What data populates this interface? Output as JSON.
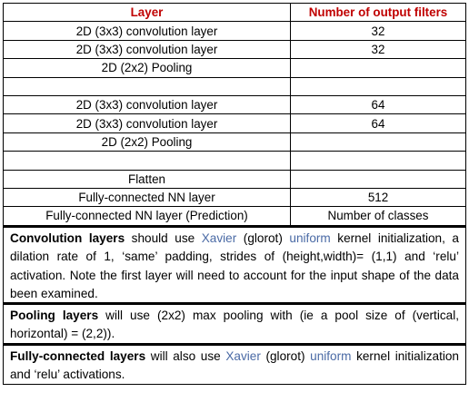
{
  "table": {
    "headers": [
      "Layer",
      "Number of output filters"
    ],
    "rows": [
      [
        "2D (3x3) convolution layer",
        "32"
      ],
      [
        "2D (3x3) convolution layer",
        "32"
      ],
      [
        "2D (2x2) Pooling",
        ""
      ],
      [
        "",
        ""
      ],
      [
        "2D (3x3) convolution layer",
        "64"
      ],
      [
        "2D (3x3) convolution layer",
        "64"
      ],
      [
        "2D (2x2) Pooling",
        ""
      ],
      [
        "",
        ""
      ],
      [
        "Flatten",
        ""
      ],
      [
        "Fully-connected NN layer",
        "512"
      ],
      [
        "Fully-connected NN layer (Prediction)",
        "Number of classes"
      ]
    ]
  },
  "notes": {
    "conv": {
      "bold": "Convolution layers",
      "t1": " should use ",
      "blue1": "Xavier",
      "t2": " (glorot) ",
      "blue2": "uniform",
      "t3": " kernel initialization, a dilation rate of 1, ‘same’ padding, strides of (height,width)= (1,1) and ‘relu’ activation. Note the first layer will need to account for the input shape of the data been examined."
    },
    "pool": {
      "bold": "Pooling layers",
      "t1": " will use (2x2) max pooling with (ie a pool size of (vertical, horizontal) = (2,2))."
    },
    "fc": {
      "bold": "Fully-connected layers",
      "t1": " will also use ",
      "blue1": "Xavier",
      "t2": " (glorot) ",
      "blue2": "uniform",
      "t3": " kernel initialization and ‘relu’ activations."
    }
  },
  "colors": {
    "header_text": "#c00000",
    "highlight_text": "#4a6aa5"
  }
}
